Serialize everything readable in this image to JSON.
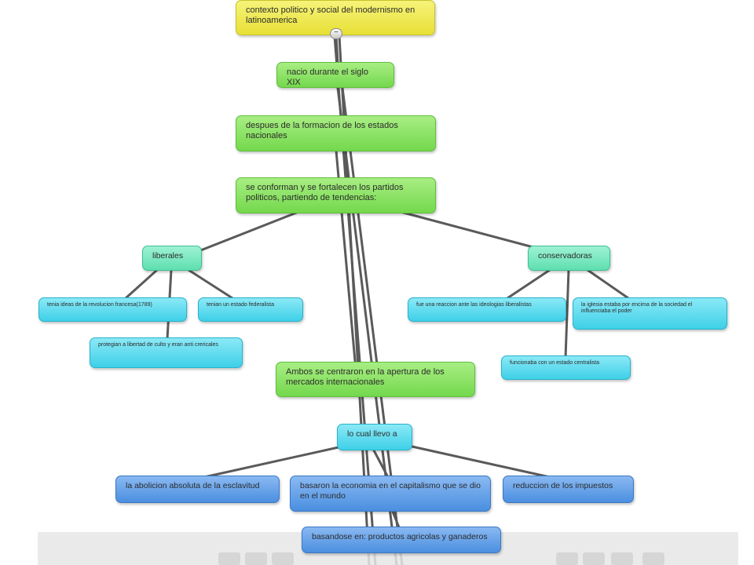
{
  "nodes": {
    "root": "contexto politico y social del modernismo en latinoamerica",
    "siglo": "nacio durante el siglo XIX",
    "despues": "despues de la formacion de los estados nacionales",
    "partidos": "se conforman y se fortalecen los partidos politicos, partiendo de tendencias:",
    "liberales": "liberales",
    "conservadoras": "conservadoras",
    "lib_revolucion": "tenia ideas de la revolucion francesa(1789)",
    "lib_federalista": "tenian un estado federalista",
    "lib_libertad": "protegian a libertad de culto y eran anti crericales",
    "con_reaccion": "fue una reaccion ante las ideologias liberalistas",
    "con_iglesia": "la iglesia estaba por encima de la sociedad el influenciaba el poder",
    "con_centralista": "funcionaba con un estado centralista",
    "ambos": "Ambos se centraron en la apertura de los mercados internacionales",
    "llevo": "lo cual llevo a",
    "esclavitud": "la abolicion absoluta de la esclavitud",
    "capitalismo": "basaron la economia en el capitalismo que se dio en el mundo",
    "impuestos": "reduccion de los impuestos",
    "basandose": "basandose en: productos agricolas y ganaderos"
  },
  "collapse_symbol": "−",
  "colors": {
    "yellow": "#e7e036",
    "green": "#74d84d",
    "mint": "#5edfb0",
    "cyan": "#3ed0e8",
    "blue": "#4a8fe0",
    "connector": "#5a5a5a"
  }
}
